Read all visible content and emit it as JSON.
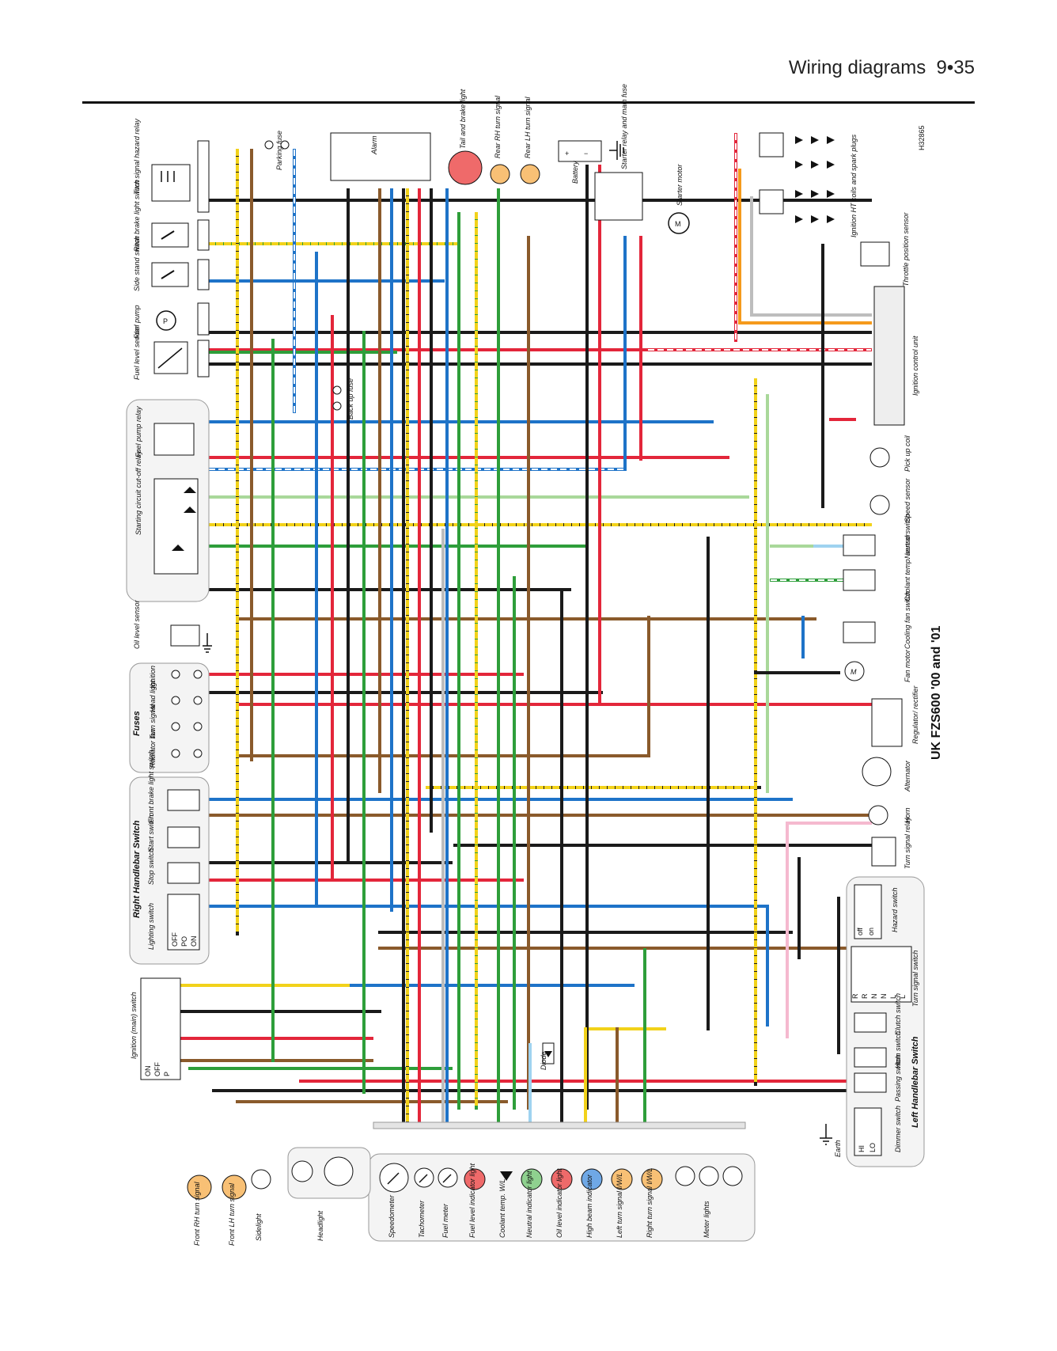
{
  "header": {
    "title": "Wiring diagrams",
    "page": "9•35"
  },
  "diagram": {
    "code": "H32865",
    "model": "UK FZS600 '00 and '01",
    "wire_colors": {
      "black": "#1a1a1a",
      "red": "#e3263a",
      "blue": "#1e73c8",
      "green": "#2e9e3a",
      "brown": "#8a5a2b",
      "yellow": "#f2d21a",
      "orange": "#f59a1c",
      "light_green": "#a9d89a",
      "light_blue": "#9fd3f0",
      "pink": "#f5b9cf",
      "grey": "#bdbdbd",
      "white": "#ffffff"
    },
    "left": {
      "turn_signal_hazard_relay": "Turn signal hazard relay",
      "parking_fuse": "Parking fuse",
      "rear_brake_light_switch": "Rear brake light switch",
      "side_stand_switch": "Side stand switch",
      "fuel_pump": "Fuel pump",
      "fuel_level_sender": "Fuel level sender",
      "back_up_fuse": "Back up fuse",
      "fuel_pump_relay": "Fuel pump relay",
      "starting_circuit_cutoff_relay": "Starting circuit cut-off relay",
      "oil_level_sensor": "Oil level sensor",
      "fuses_title": "Fuses",
      "fuses": [
        "Ignition",
        "Head light",
        "Turn signal",
        "Radiator fan"
      ],
      "rh_switch_title": "Right Handlebar Switch",
      "front_brake_light_switch": "Front brake light switch",
      "start_switch": "Start switch",
      "stop_switch": "Stop switch",
      "lighting_switch": "Lighting switch",
      "lighting_positions": [
        "OFF",
        "PO",
        "ON"
      ],
      "ignition_switch": "Ignition (main) switch",
      "ignition_positions": [
        "ON",
        "OFF",
        "P"
      ]
    },
    "top": {
      "alarm": "Alarm",
      "tail_brake_light": "Tail and brake light",
      "rear_rh_turn_signal": "Rear RH turn signal",
      "rear_lh_turn_signal": "Rear LH turn signal",
      "battery": "Battery",
      "starter_relay_main_fuse": "Starter relay and main fuse",
      "starter_motor": "Starter motor",
      "motor_symbol": "M",
      "pump_symbol": "P"
    },
    "right": {
      "ignition_ht_coils": "Ignition HT coils and spark plugs",
      "throttle_position_sensor": "Throttle position sensor",
      "ignition_control_unit": "Ignition control unit",
      "pick_up_coil": "Pick up coil",
      "speed_sensor": "Speed sensor",
      "neutral_switch": "Neutral switch",
      "coolant_temp_sensor": "Coolant temp. sensor",
      "cooling_fan_switch": "Cooling fan switch",
      "fan_motor": "Fan motor",
      "regulator_rectifier": "Regulator/ rectifier",
      "alternator": "Alternator",
      "horn": "Horn",
      "turn_signal_relay": "Turn signal relay",
      "hazard_switch": "Hazard switch",
      "hazard_positions": [
        "off",
        "on"
      ],
      "turn_signal_switch": "Turn signal switch",
      "turn_positions": [
        "R",
        "R",
        "N",
        "N",
        "L",
        "L"
      ],
      "clutch_switch": "Clutch switch",
      "horn_switch": "Horn switch",
      "passing_switch": "Passing switch",
      "dimmer_switch": "Dimmer switch",
      "dimmer_positions": [
        "HI",
        "LO"
      ],
      "lh_switch_title": "Left Handlebar Switch",
      "earth": "Earth"
    },
    "bottom": {
      "diode": "Diode",
      "front_rh_turn_signal": "Front RH turn signal",
      "front_lh_turn_signal": "Front LH turn signal",
      "sidelight": "Sidelight",
      "headlight": "Headlight",
      "speedometer": "Speedometer",
      "tachometer": "Tachometer",
      "fuel_meter": "Fuel meter",
      "fuel_level_indicator": "Fuel level indicator light",
      "coolant_temp_wl": "Coolant temp. W/L",
      "neutral_indicator": "Neutral indicator light",
      "oil_level_indicator": "Oil level indicator light",
      "high_beam_indicator": "High beam indicator",
      "left_turn_signal_wl": "Left turn signal I/W/L",
      "right_turn_signal_wl": "Right turn signal I/W/L",
      "meter_lights": "Meter lights"
    }
  }
}
